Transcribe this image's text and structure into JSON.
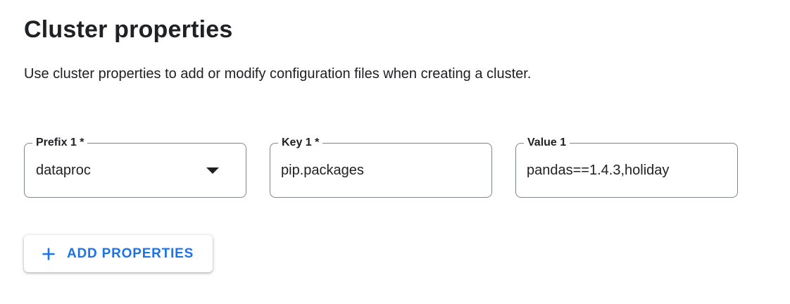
{
  "section": {
    "title": "Cluster properties",
    "description": "Use cluster properties to add or modify configuration files when creating a cluster."
  },
  "properties_row": {
    "prefix": {
      "label": "Prefix 1 *",
      "value": "dataproc",
      "icon": "dropdown-arrow-icon"
    },
    "key": {
      "label": "Key 1 *",
      "value": "pip.packages"
    },
    "value": {
      "label": "Value 1",
      "value": "pandas==1.4.3,holiday"
    }
  },
  "actions": {
    "add_properties": {
      "label": "ADD PROPERTIES",
      "icon": "plus-icon"
    }
  },
  "colors": {
    "accent_blue": "#1a73e8",
    "text_primary": "#202124",
    "field_border": "#80868b",
    "caret_black": "#1f1f1f",
    "background": "#ffffff"
  }
}
